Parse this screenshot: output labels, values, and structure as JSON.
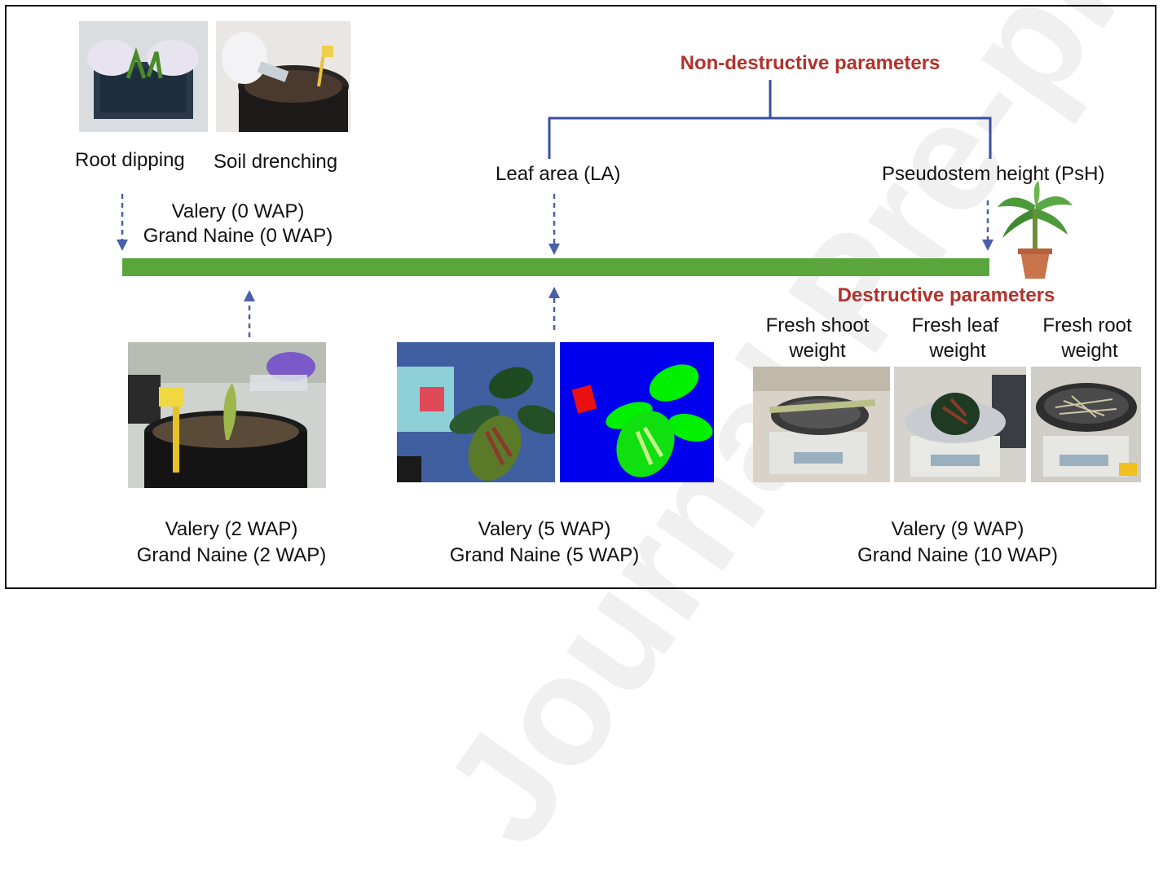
{
  "watermark": "Journal Pre-proof",
  "top": {
    "header": "Non-destructive parameters",
    "left_items": {
      "root_dipping": "Root dipping",
      "soil_drenching": "Soil drenching",
      "stage_line1": "Valery (0 WAP)",
      "stage_line2": "Grand Naine (0 WAP)"
    },
    "leaf_area": "Leaf area (LA)",
    "pseudostem": "Pseudostem height (PsH)"
  },
  "bottom": {
    "destructive_header": "Destructive parameters",
    "measures": [
      {
        "line1": "Fresh shoot",
        "line2": "weight"
      },
      {
        "line1": "Fresh leaf",
        "line2": "weight"
      },
      {
        "line1": "Fresh root",
        "line2": "weight"
      }
    ],
    "stage_2": {
      "line1": "Valery (2 WAP)",
      "line2": "Grand Naine (2 WAP)"
    },
    "stage_5": {
      "line1": "Valery (5 WAP)",
      "line2": "Grand Naine (5 WAP)"
    },
    "stage_9": {
      "line1": "Valery (9 WAP)",
      "line2": "Grand Naine (10 WAP)"
    }
  },
  "colors": {
    "timeline": "#5aa63c",
    "arrow": "#4a5fa8",
    "bracket": "#3a4fa0",
    "header_red": "#b3312b"
  }
}
